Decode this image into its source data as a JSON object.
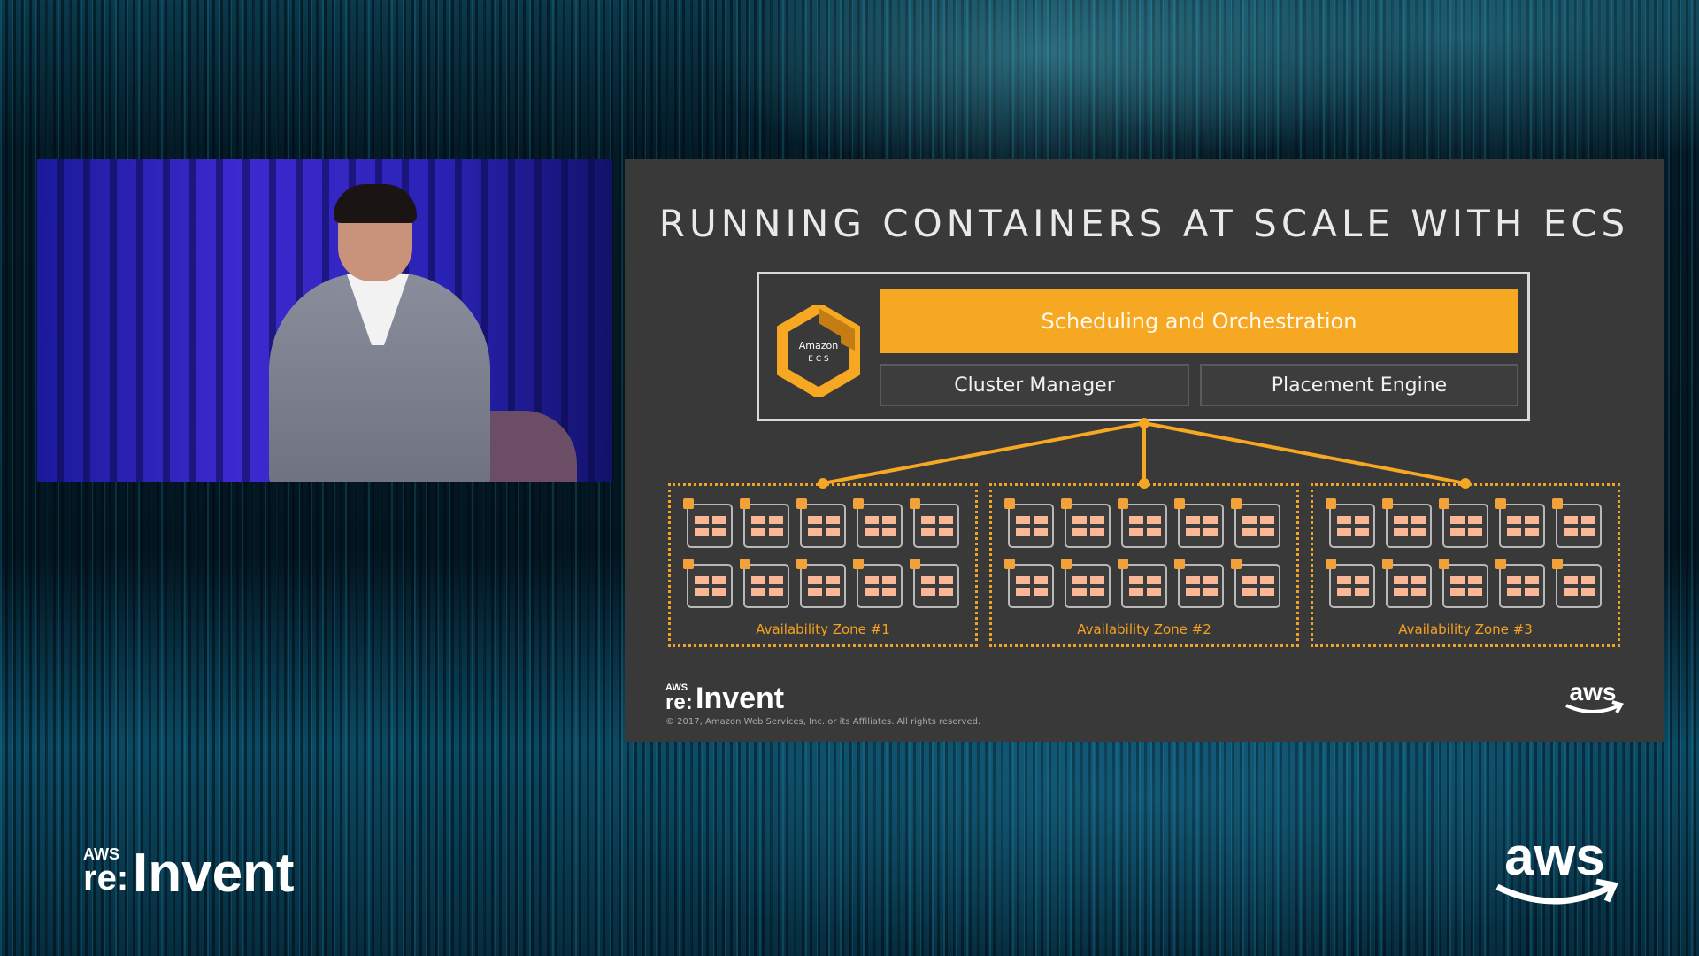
{
  "slide": {
    "title": "RUNNING CONTAINERS AT SCALE WITH ECS",
    "ecs_logo": {
      "icon": "amazon-ecs-hexagon-icon",
      "line1": "Amazon",
      "line2": "E C S"
    },
    "scheduling_label": "Scheduling and Orchestration",
    "cluster_manager_label": "Cluster Manager",
    "placement_engine_label": "Placement Engine",
    "zones": [
      {
        "label": "Availability Zone #1"
      },
      {
        "label": "Availability Zone #2"
      },
      {
        "label": "Availability Zone #3"
      }
    ],
    "brand": {
      "small": "AWS",
      "re": "re:",
      "invent": "Invent"
    },
    "copyright": "© 2017, Amazon Web Services, Inc. or its Affiliates. All rights reserved.",
    "aws_logo_text": "aws"
  },
  "event_brand": {
    "small": "AWS",
    "re": "re:",
    "invent": "Invent"
  },
  "aws_logo_text": "aws",
  "colors": {
    "accent_orange": "#f7a823",
    "slide_background": "#393939",
    "node_block": "#f9b795"
  }
}
